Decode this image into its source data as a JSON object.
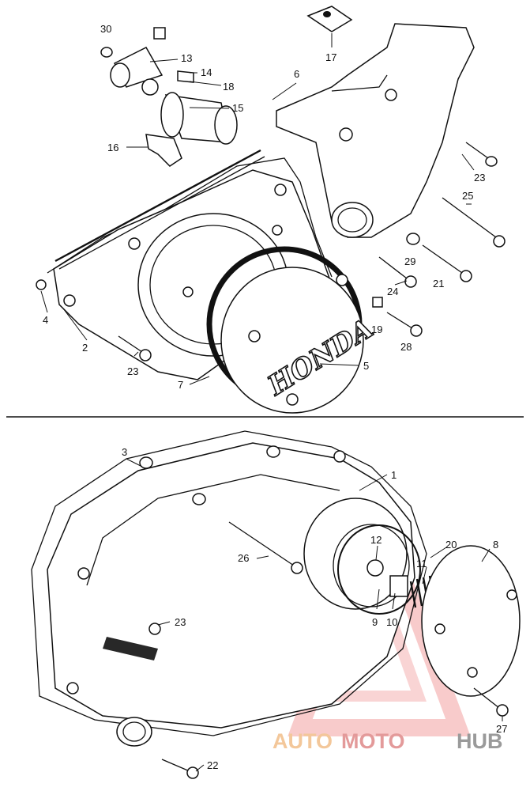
{
  "labels": {
    "l1": "1",
    "l2": "2",
    "l3": "3",
    "l4": "4",
    "l5": "5",
    "l6": "6",
    "l7": "7",
    "l8": "8",
    "l9": "9",
    "l10": "10",
    "l11": "11",
    "l12": "12",
    "l13": "13",
    "l14": "14",
    "l15": "15",
    "l16": "16",
    "l17": "17",
    "l18": "18",
    "l19": "19",
    "l20": "20",
    "l21": "21",
    "l22": "22",
    "l23a": "23",
    "l23b": "23",
    "l23c": "23",
    "l24": "24",
    "l25": "25",
    "l26": "26",
    "l27": "27",
    "l28": "28",
    "l29": "29",
    "l30": "30"
  },
  "cover_lettering": "HONDA",
  "watermark": {
    "part1": "AUTO",
    "part2": "MOTO",
    "part3": "HUB"
  },
  "colors": {
    "ink": "#111111",
    "watermark_orange": "#f3c79a",
    "watermark_red": "#e39a9a",
    "watermark_gray": "#9a9a9a"
  }
}
